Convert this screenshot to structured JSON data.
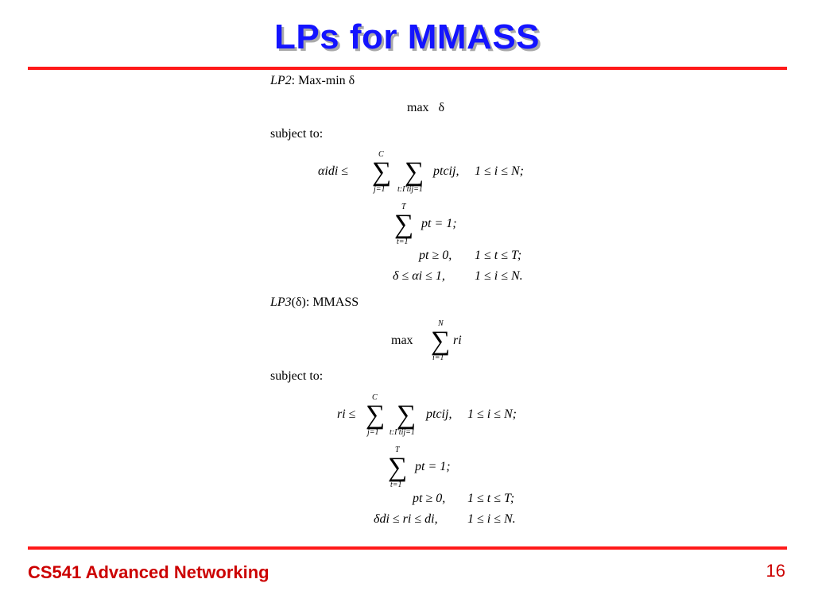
{
  "slide": {
    "title": "LPs for MMASS",
    "footer": "CS541 Advanced Networking",
    "page_number": "16"
  },
  "colors": {
    "title": "#1414ff",
    "rule": "#ff1a1a",
    "footer": "#cc0000"
  },
  "lp2": {
    "heading_name": "LP2",
    "heading_suffix": ": Max-min δ",
    "objective": "max   δ",
    "subject_to": "subject to:",
    "c1_lhs": "αidi ≤",
    "c1_sum_top": "C",
    "c1_sum_bottom": "j=1",
    "c1_sum2_bottom": "t:Γtij=1",
    "c1_term": "ptcij,",
    "c1_range": "1 ≤ i ≤ N;",
    "c2_sum_top": "T",
    "c2_sum_bottom": "t=1",
    "c2_term": "pt = 1;",
    "c3": "pt ≥ 0,",
    "c3_range": "1 ≤ t ≤ T;",
    "c4": "δ ≤ αi ≤ 1,",
    "c4_range": "1 ≤ i ≤ N."
  },
  "lp3": {
    "heading_name": "LP3",
    "heading_suffix": "(δ): MMASS",
    "objective_max": "max",
    "objective_sum_top": "N",
    "objective_sum_bottom": "i=1",
    "objective_term": "ri",
    "subject_to": "subject to:",
    "c1_lhs": "ri ≤",
    "c1_sum_top": "C",
    "c1_sum_bottom": "j=1",
    "c1_sum2_bottom": "t:Γtij=1",
    "c1_term": "ptcij,",
    "c1_range": "1 ≤ i ≤ N;",
    "c2_sum_top": "T",
    "c2_sum_bottom": "t=1",
    "c2_term": "pt = 1;",
    "c3": "pt ≥ 0,",
    "c3_range": "1 ≤ t ≤ T;",
    "c4": "δdi ≤ ri ≤ di,",
    "c4_range": "1 ≤ i ≤ N."
  }
}
